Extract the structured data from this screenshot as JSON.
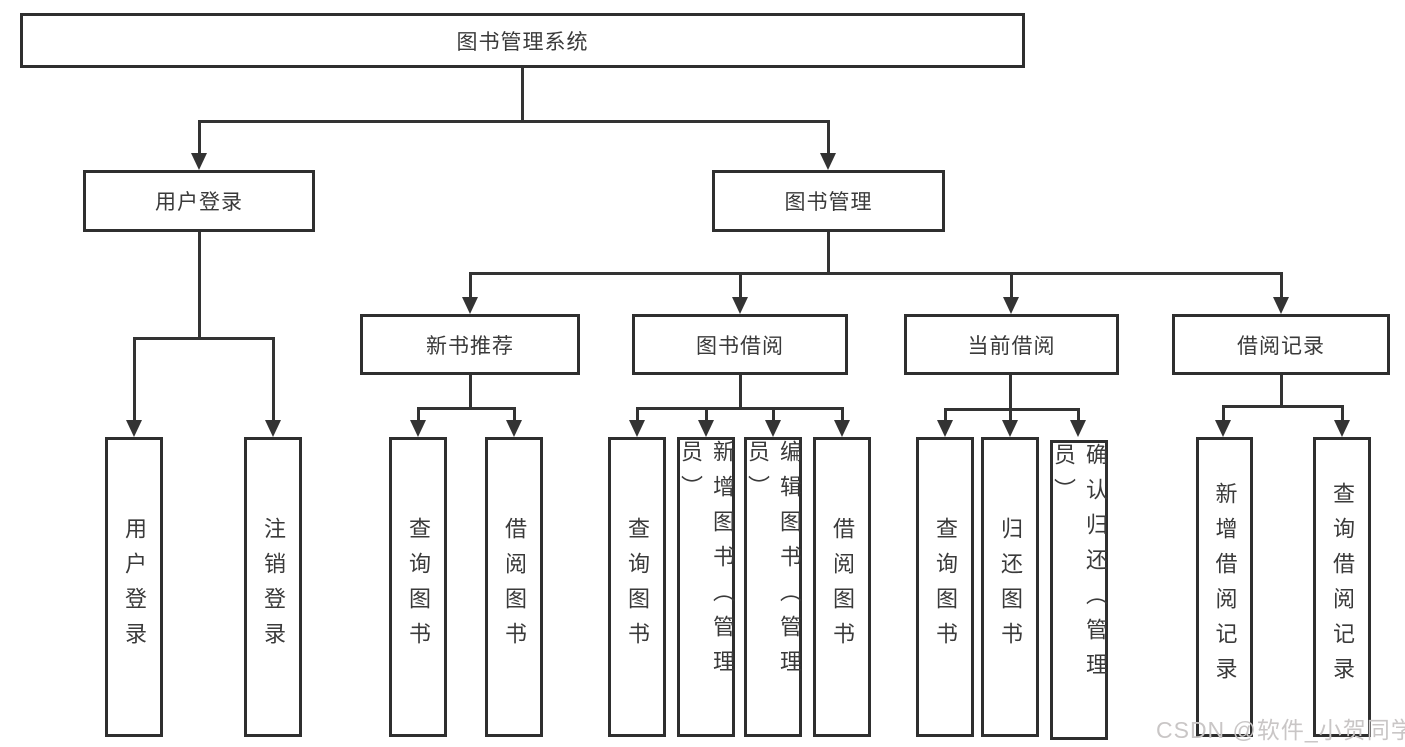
{
  "diagram_type": "hierarchy-tree",
  "colors": {
    "line": "#333333",
    "box_border": "#2f2f2f",
    "text": "#3a3a3a",
    "background": "#ffffff",
    "watermark": "#c9c6c6"
  },
  "tree": {
    "root": {
      "label": "图书管理系统"
    },
    "level2": [
      {
        "label": "用户登录",
        "children": [
          {
            "label": "用户登录"
          },
          {
            "label": "注销登录"
          }
        ]
      },
      {
        "label": "图书管理",
        "children": [
          {
            "label": "新书推荐",
            "children": [
              {
                "label": "查询图书"
              },
              {
                "label": "借阅图书"
              }
            ]
          },
          {
            "label": "图书借阅",
            "children": [
              {
                "label": "查询图书"
              },
              {
                "label": "新增图书（管理员）"
              },
              {
                "label": "编辑图书（管理员）"
              },
              {
                "label": "借阅图书"
              }
            ]
          },
          {
            "label": "当前借阅",
            "children": [
              {
                "label": "查询图书"
              },
              {
                "label": "归还图书"
              },
              {
                "label": "确认归还（管理员）"
              }
            ]
          },
          {
            "label": "借阅记录",
            "children": [
              {
                "label": "新增借阅记录"
              },
              {
                "label": "查询借阅记录"
              }
            ]
          }
        ]
      }
    ]
  },
  "watermark": {
    "text": "CSDN @软件_小贺同学"
  }
}
